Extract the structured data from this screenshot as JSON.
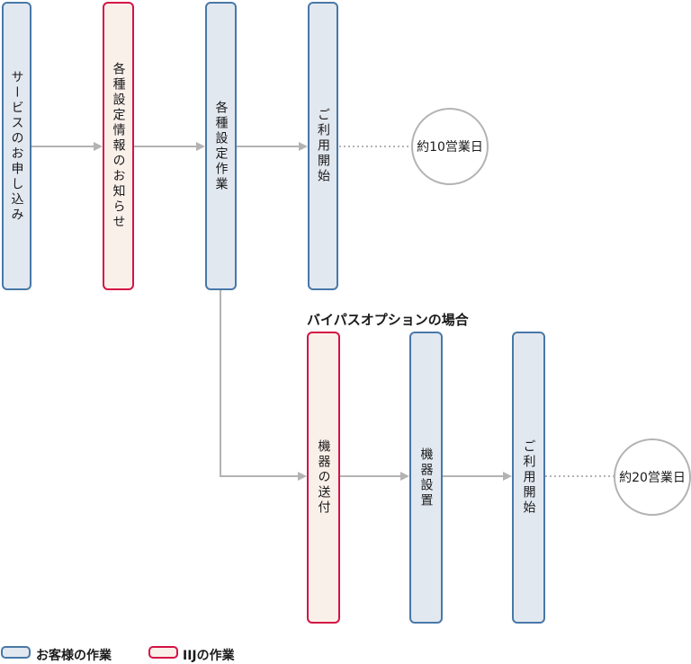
{
  "palette": {
    "customer_border": "#4878a8",
    "customer_fill": "#e2e8f0",
    "iij_border": "#d51245",
    "iij_fill": "#faf0ea",
    "connector_gray": "#b3b3b3",
    "text": "#1a1a1a",
    "background": "#ffffff"
  },
  "flow": {
    "row1": {
      "steps": [
        {
          "label": "サービスのお申し込み",
          "type": "customer"
        },
        {
          "label": "各種設定情報のお知らせ",
          "type": "iij"
        },
        {
          "label": "各種設定作業",
          "type": "customer"
        },
        {
          "label": "ご利用開始",
          "type": "customer"
        }
      ],
      "duration": "約10営業日"
    },
    "row2": {
      "title": "バイパスオプションの場合",
      "steps": [
        {
          "label": "機器の送付",
          "type": "iij"
        },
        {
          "label": "機器設置",
          "type": "customer"
        },
        {
          "label": "ご利用開始",
          "type": "customer"
        }
      ],
      "duration": "約20営業日"
    }
  },
  "legend": {
    "customer_label": "お客様の作業",
    "iij_label": "IIJの作業"
  }
}
